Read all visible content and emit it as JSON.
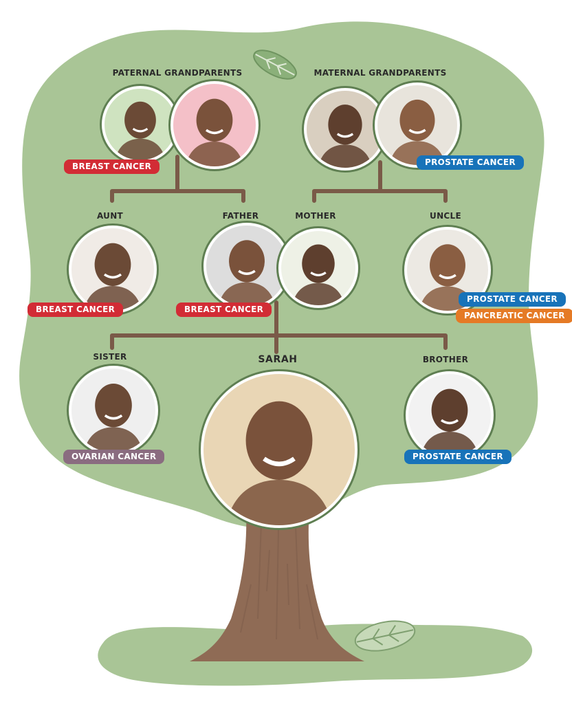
{
  "colors": {
    "canopy": "#a9c596",
    "ground": "#a9c596",
    "trunk": "#8f6b55",
    "connector": "#7a5a48",
    "breast": "#d22c35",
    "prostate": "#1873b9",
    "pancreatic": "#e57a25",
    "ovarian": "#8a6c80"
  },
  "members": {
    "paternal_grandparents": {
      "label": "PATERNAL GRANDPARENTS",
      "conditions": [
        "BREAST CANCER"
      ]
    },
    "maternal_grandparents": {
      "label": "MATERNAL GRANDPARENTS",
      "conditions": [
        "PROSTATE CANCER"
      ]
    },
    "aunt": {
      "label": "AUNT",
      "conditions": [
        "BREAST CANCER"
      ]
    },
    "father": {
      "label": "FATHER",
      "conditions": [
        "BREAST CANCER"
      ]
    },
    "mother": {
      "label": "MOTHER",
      "conditions": []
    },
    "uncle": {
      "label": "UNCLE",
      "conditions": [
        "PROSTATE CANCER",
        "PANCREATIC CANCER"
      ]
    },
    "sister": {
      "label": "SISTER",
      "conditions": [
        "OVARIAN CANCER"
      ]
    },
    "sarah": {
      "label": "SARAH",
      "conditions": []
    },
    "brother": {
      "label": "BROTHER",
      "conditions": [
        "PROSTATE CANCER"
      ]
    }
  },
  "icons": [
    "leaf-icon-top",
    "leaf-icon-ground"
  ]
}
